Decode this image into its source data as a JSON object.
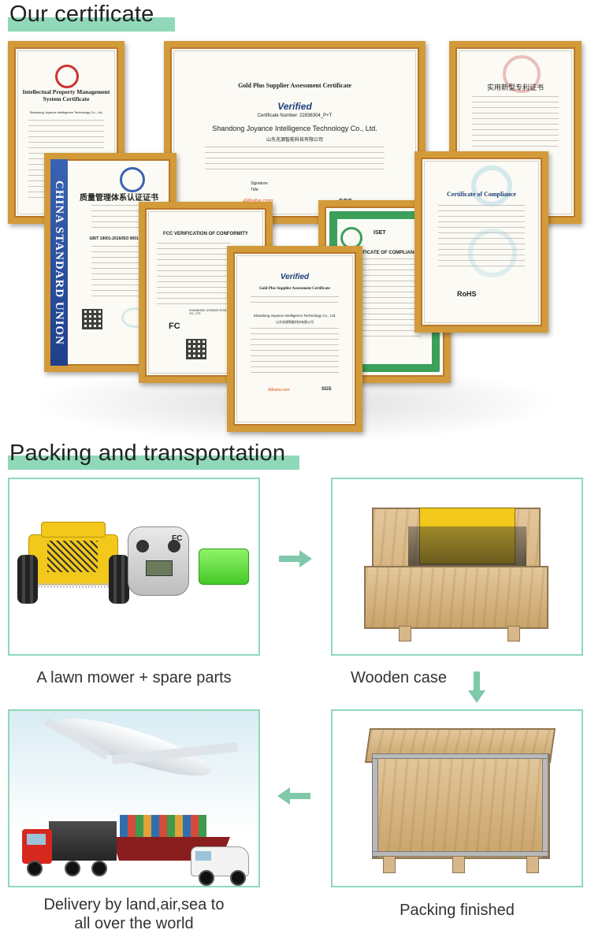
{
  "sections": {
    "certificate_title": "Our certificate",
    "packing_title": "Packing and transportation"
  },
  "certificates": {
    "ip": {
      "title_line1": "Intellectual Property Management",
      "title_line2": "System Certificate",
      "company": "Shandong Joyance Intelligence Technology Co., Ltd."
    },
    "gold": {
      "title": "Gold Plus Supplier Assessment Certificate",
      "verified": "Verified",
      "number": "Certificate Number: 22838304_P+T",
      "company": "Shandong Joyance Intelligence Technology Co., Ltd.",
      "company_cn": "山东兆源智能科技有限公司",
      "alibaba": "Alibaba.com",
      "sgs": "SGS",
      "signature_label": "Signature:",
      "title_label": "Title:"
    },
    "patent": {
      "title": "实用新型专利证书"
    },
    "union": {
      "band": "CHINA STANDARD UNION",
      "title": "质量管理体系认证证书",
      "standard": "GB/T 19001-2016/ISO 9001:2015"
    },
    "fcc": {
      "title": "FCC VERIFICATION OF CONFORMITY",
      "fc": "FC",
      "company": "SHANDONG JOYANCE INTELLIGENCE TECHNOLOGY CO., LTD"
    },
    "compliance_green": {
      "title": "CERTIFICATE OF COMPLIANCE",
      "mark": "ISET"
    },
    "compliance_right": {
      "title": "Certificate of Compliance",
      "rohs": "RoHS"
    },
    "gold_front": {
      "verified": "Verified",
      "title": "Gold Plus Supplier Assessment Certificate",
      "company": "Shandong Joyance Intelligence Technology Co., Ltd.",
      "company_cn": "山东兆源智能科技有限公司",
      "alibaba": "Alibaba.com",
      "sgs": "SGS"
    }
  },
  "packing": {
    "captions": {
      "mower": "A lawn mower + spare parts",
      "wooden": "Wooden case",
      "finished": "Packing finished",
      "delivery_line1": "Delivery by land,air,sea to",
      "delivery_line2": "all over the world"
    },
    "colors": {
      "accent": "#8fd9b9",
      "arrow": "#7fc8a9"
    }
  }
}
